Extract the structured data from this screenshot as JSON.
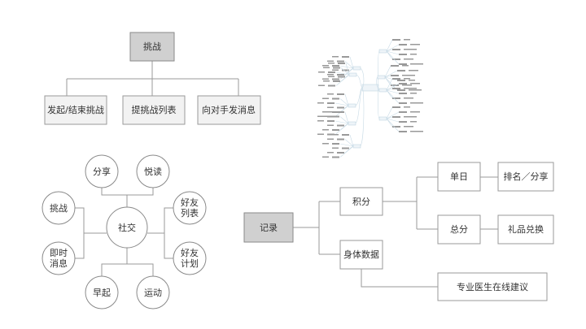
{
  "challenge_tree": {
    "root": "挑战",
    "children": [
      "发起/结束挑战",
      "提挑战列表",
      "向对手发消息"
    ]
  },
  "social_diagram": {
    "center": "社交",
    "nodes": [
      {
        "label": "分享"
      },
      {
        "label": "悦读"
      },
      {
        "label": "挑战"
      },
      {
        "label": "好友",
        "label2": "列表"
      },
      {
        "label": "即时",
        "label2": "消息"
      },
      {
        "label": "好友",
        "label2": "计划"
      },
      {
        "label": "早起"
      },
      {
        "label": "运动"
      }
    ]
  },
  "record_tree": {
    "root": "记录",
    "points": "积分",
    "body_data": "身体数据",
    "daily": "单日",
    "total": "总分",
    "rank_share": "排名／分享",
    "gift": "礼品兑换",
    "doctor": "专业医生在线建议"
  }
}
